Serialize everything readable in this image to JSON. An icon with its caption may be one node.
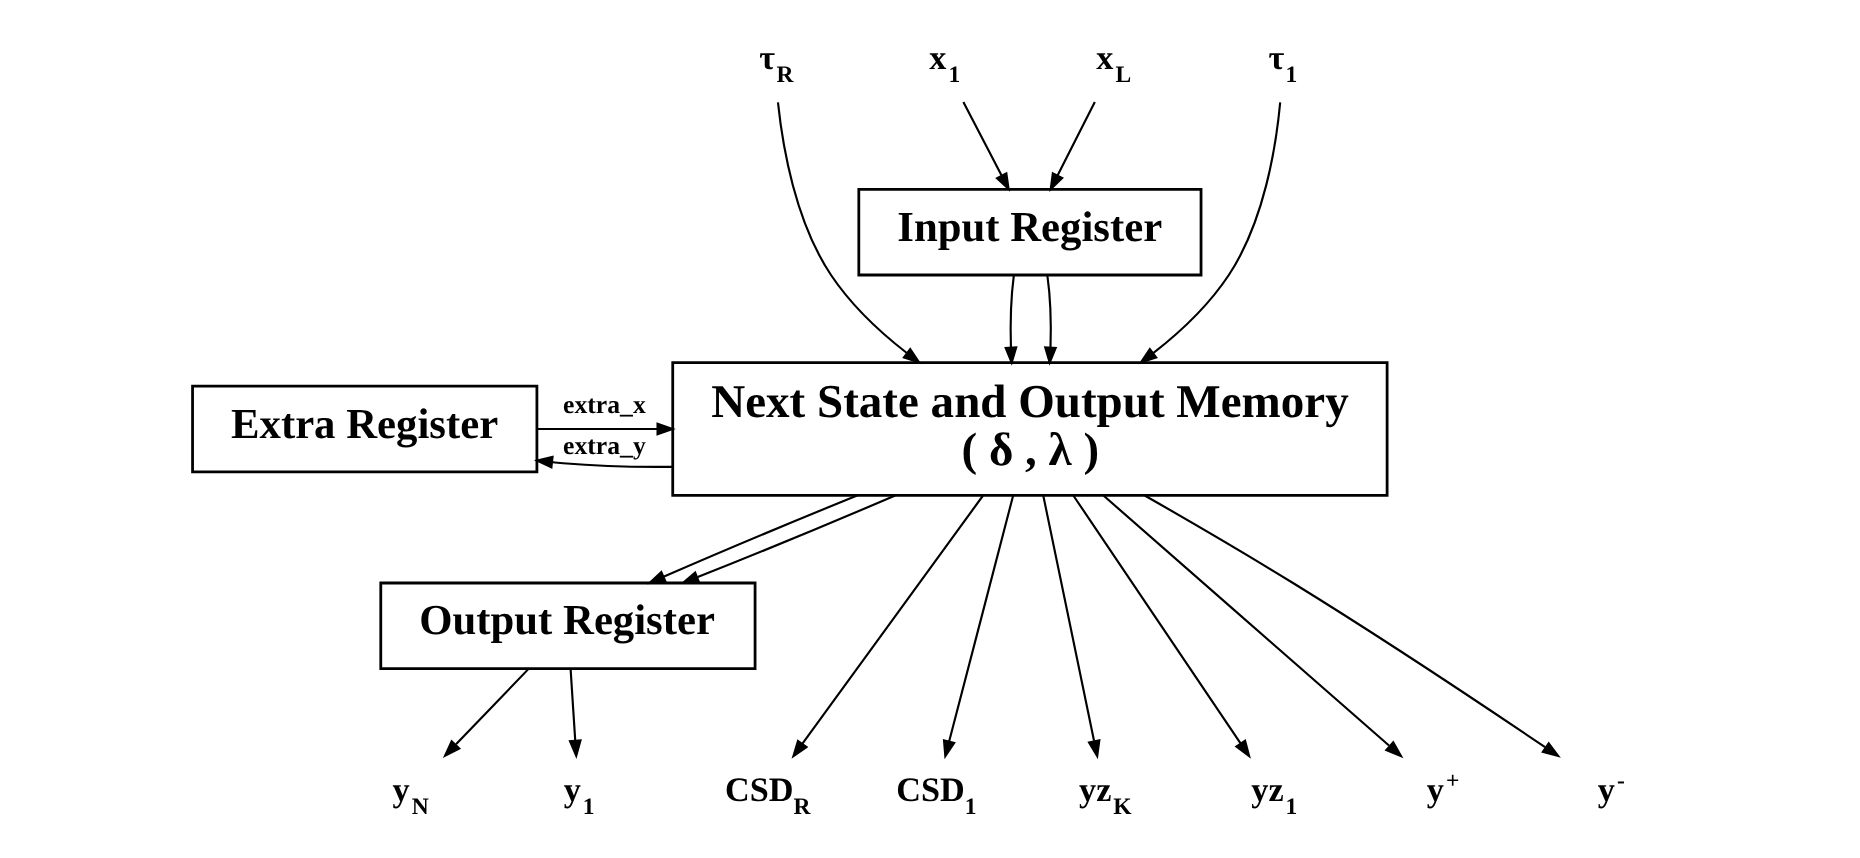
{
  "diagram": {
    "nodes": [
      {
        "text": [
          "x$_{L}$"
        ]
      },
      {
        "text": [
          "x$_{1}$"
        ]
      },
      {
        "text": [
          "τ$_{R}$"
        ]
      },
      {
        "text": [
          "τ$_{1}$"
        ]
      },
      {
        "text": [
          "Input Register"
        ]
      },
      {
        "text": [
          "Extra Register"
        ]
      },
      {
        "text": [
          "Next State and Output Memory",
          "( δ , λ )"
        ]
      },
      {
        "text": [
          "Output Register"
        ]
      },
      {
        "text": [
          "CSD$_{R}$"
        ]
      },
      {
        "text": [
          "CSD$_{1}$"
        ]
      },
      {
        "text": [
          "yz$_{K}$"
        ]
      },
      {
        "text": [
          "yz$_{1}$"
        ]
      },
      {
        "text": [
          "y$^{+}$"
        ]
      },
      {
        "text": [
          "y$^{-}$"
        ]
      },
      {
        "text": [
          "y$_{N}$"
        ]
      },
      {
        "text": [
          "y$_{1}$"
        ]
      }
    ],
    "edges": [
      {
        "from": 0,
        "to": 4,
        "arrow": "to"
      },
      {
        "from": 1,
        "to": 4,
        "arrow": "to"
      },
      {
        "from": 5,
        "to": 6,
        "arrow": "to",
        "label": "extra_x"
      },
      {
        "from": 4,
        "to": 6,
        "arrow": "to"
      },
      {
        "from": 4,
        "to": 6,
        "arrow": "to"
      },
      {
        "from": 2,
        "to": 6,
        "arrow": "to"
      },
      {
        "from": 3,
        "to": 6,
        "arrow": "to"
      },
      {
        "from": 6,
        "to": 7,
        "arrow": "to"
      },
      {
        "from": 6,
        "to": 7,
        "arrow": "to"
      },
      {
        "from": 6,
        "to": 5,
        "arrow": "to",
        "label": "extra_y"
      },
      {
        "from": 6,
        "to": 8,
        "arrow": "to"
      },
      {
        "from": 6,
        "to": 9,
        "arrow": "to"
      },
      {
        "from": 6,
        "to": 10,
        "arrow": "to"
      },
      {
        "from": 6,
        "to": 11,
        "arrow": "to"
      },
      {
        "from": 6,
        "to": 12,
        "arrow": "to"
      },
      {
        "from": 6,
        "to": 13,
        "arrow": "to"
      },
      {
        "from": 7,
        "to": 14,
        "arrow": "to"
      },
      {
        "from": 7,
        "to": 15,
        "arrow": "to"
      }
    ]
  }
}
